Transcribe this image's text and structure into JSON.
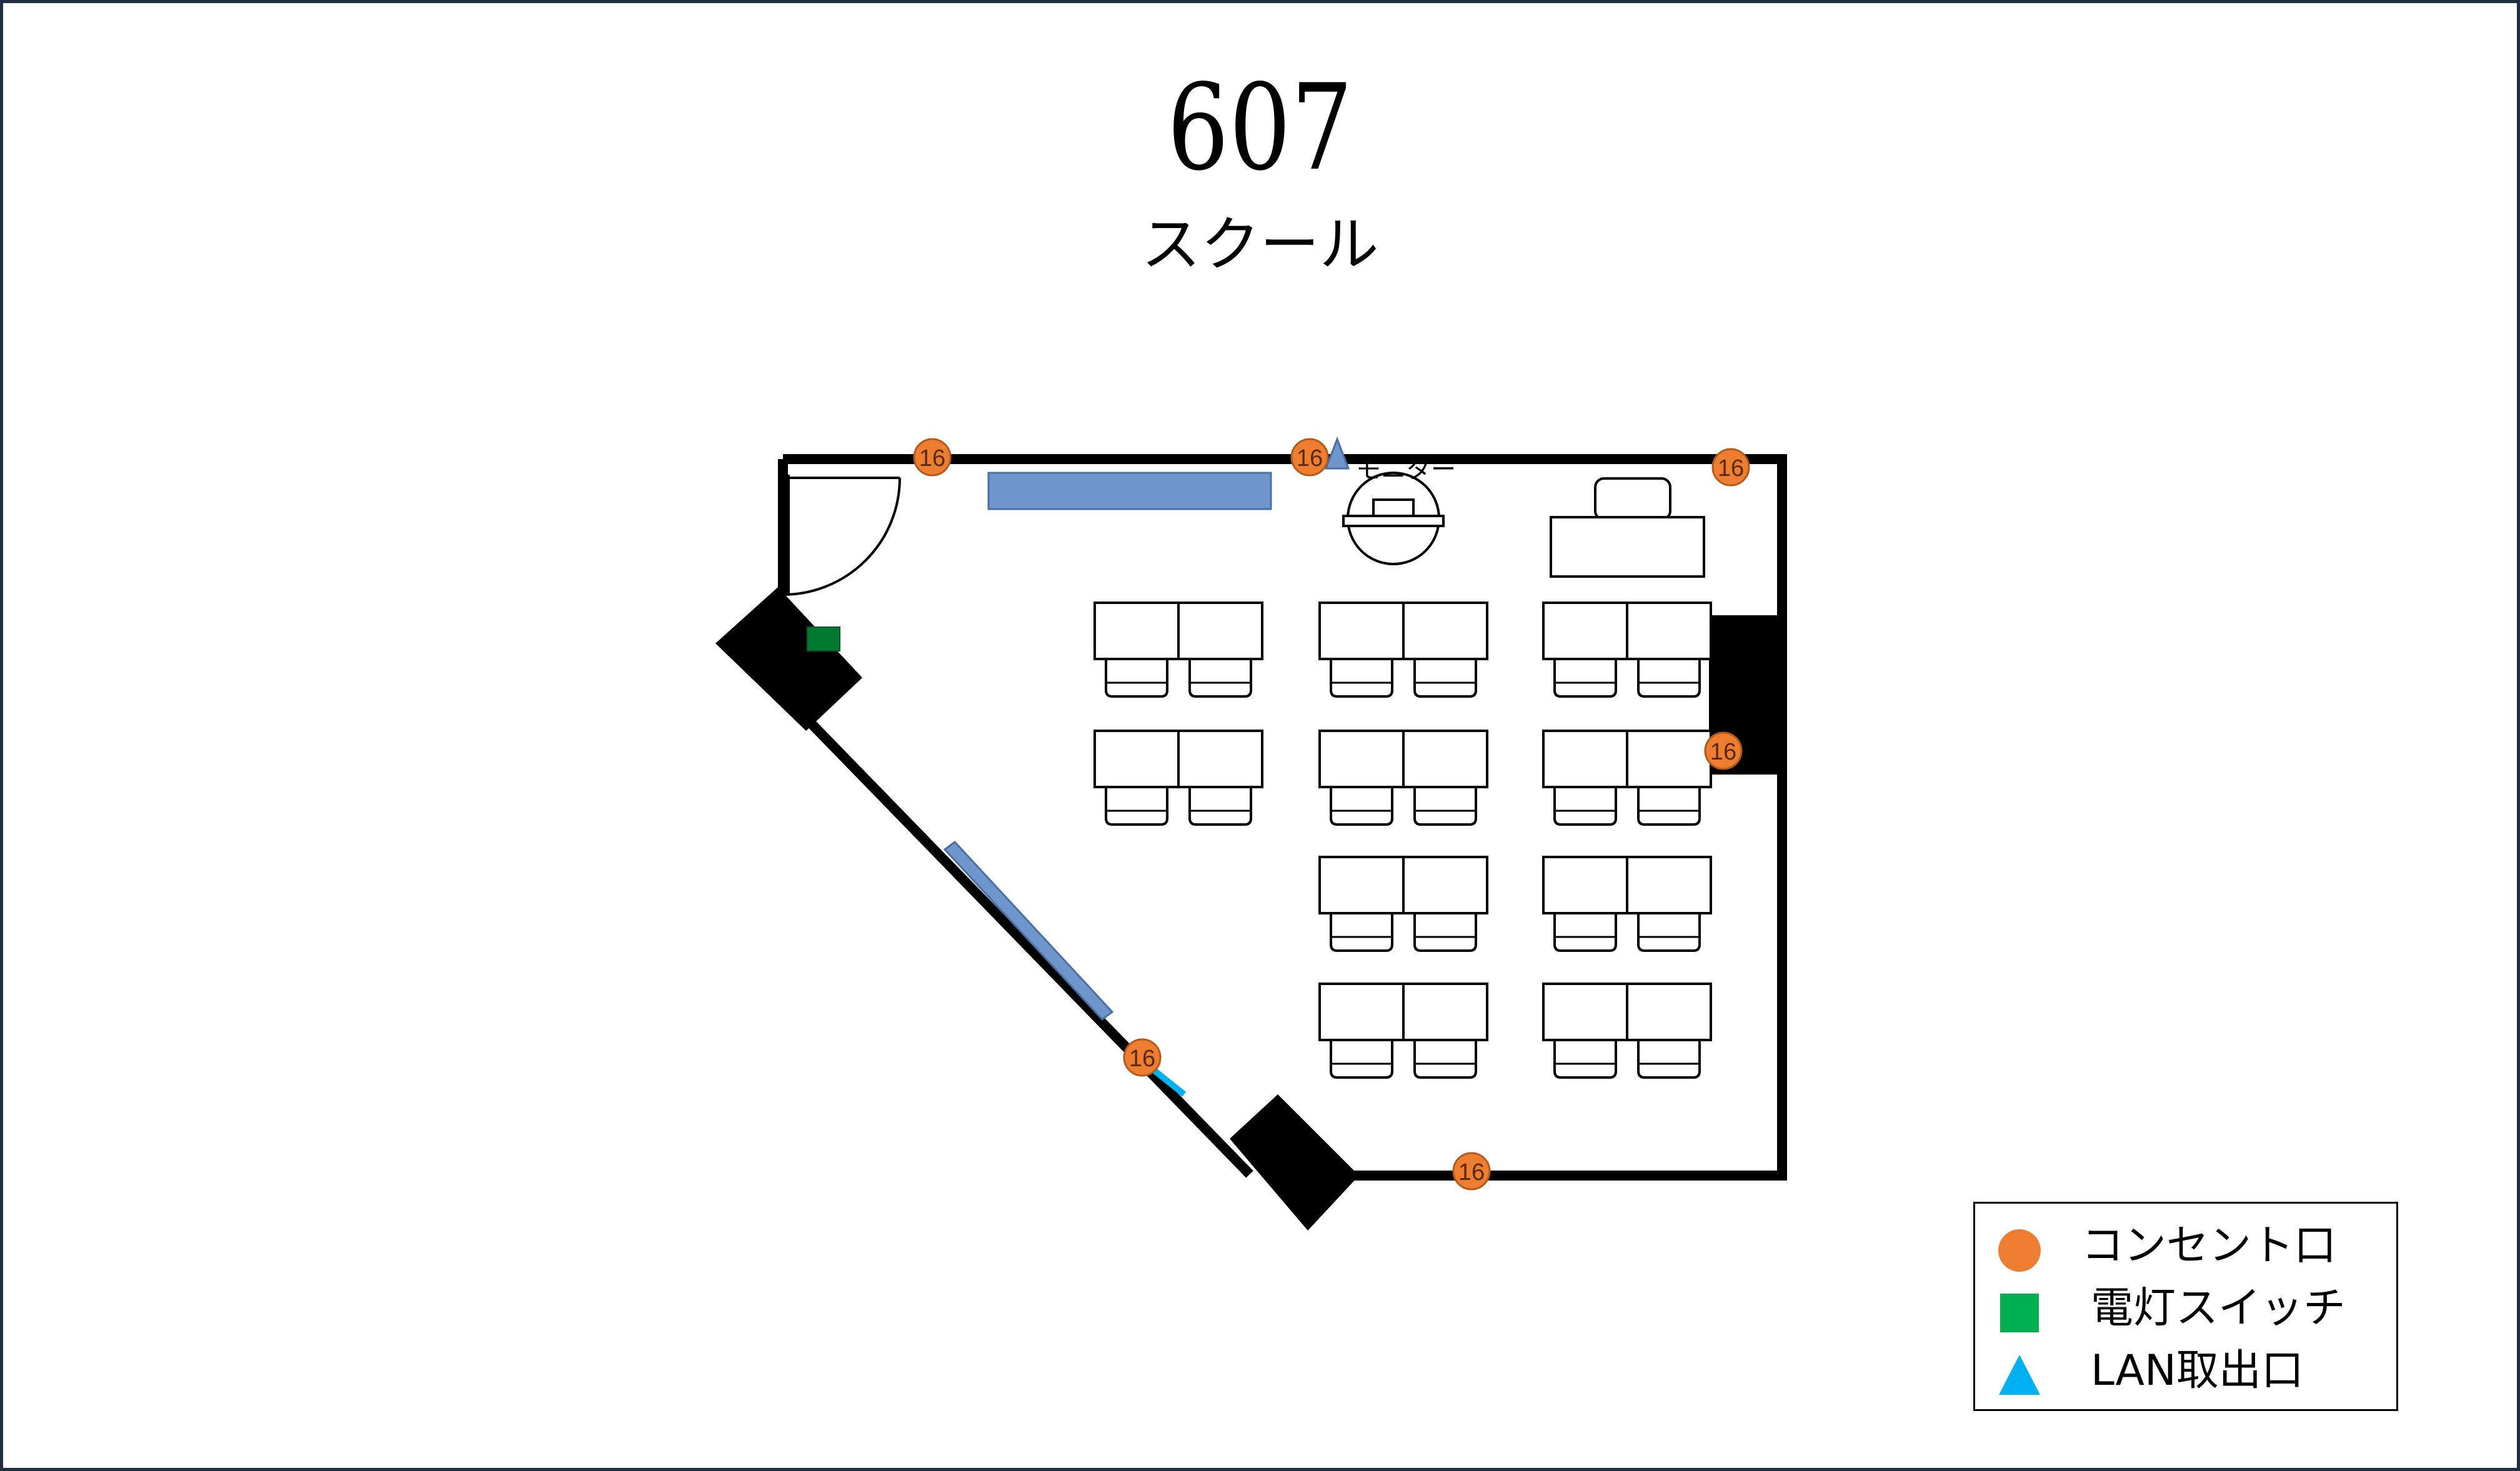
{
  "header": {
    "title": "607",
    "subtitle": "スクール"
  },
  "room": {
    "monitor_label": "モニター",
    "outlet_label": "16"
  },
  "colors": {
    "outlet": "#ED7D31",
    "switch": "#00B050",
    "lan": "#00B0F0",
    "whiteboard": "#6F96CC",
    "wall": "#000000"
  },
  "legend": {
    "items": [
      {
        "label": "コンセント口",
        "shape": "circle",
        "color": "#ED7D31"
      },
      {
        "label": "電灯スイッチ",
        "shape": "square",
        "color": "#00B050"
      },
      {
        "label": "LAN取出口",
        "shape": "triangle",
        "color": "#00B0F0"
      }
    ]
  }
}
